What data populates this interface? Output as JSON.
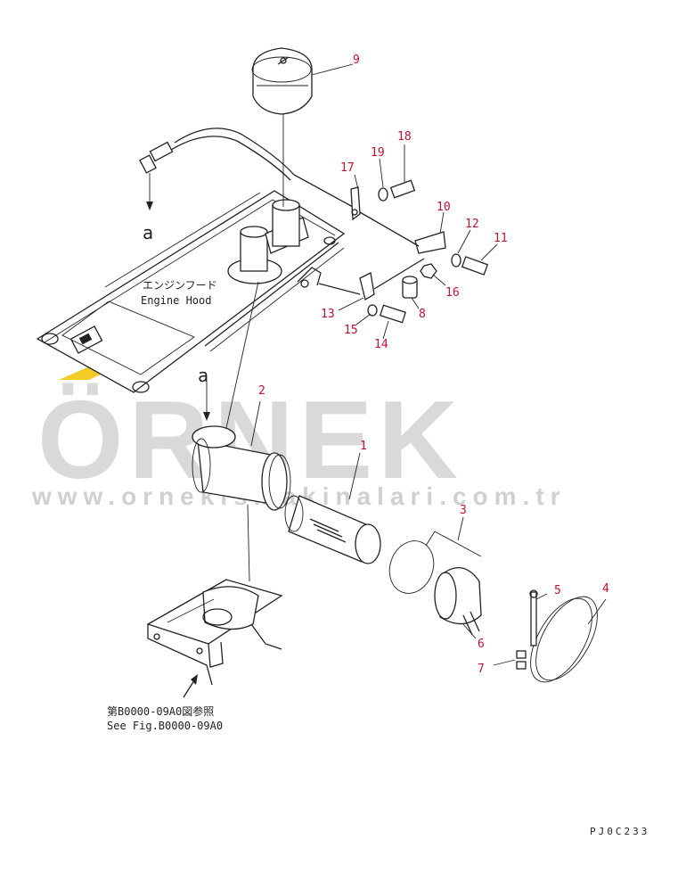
{
  "watermark": {
    "brand": "ÖRNEK",
    "url": "www.ornekismakinalari.com.tr",
    "accent_color": "#f2c200"
  },
  "hood_label": {
    "japanese": "エンジンフード",
    "english": "Engine Hood"
  },
  "reference_markers": [
    "a",
    "a"
  ],
  "figure_reference": {
    "japanese": "第B0000-09A0図参照",
    "english": "See Fig.B0000-09A0"
  },
  "figure_code": "PJ0C233",
  "callouts": [
    "9",
    "18",
    "19",
    "17",
    "10",
    "12",
    "11",
    "16",
    "8",
    "13",
    "15",
    "14",
    "2",
    "1",
    "3",
    "5",
    "4",
    "6",
    "7"
  ],
  "colors": {
    "callout": "#c8102e",
    "line": "#222222",
    "watermark": "#d9d9d9"
  }
}
